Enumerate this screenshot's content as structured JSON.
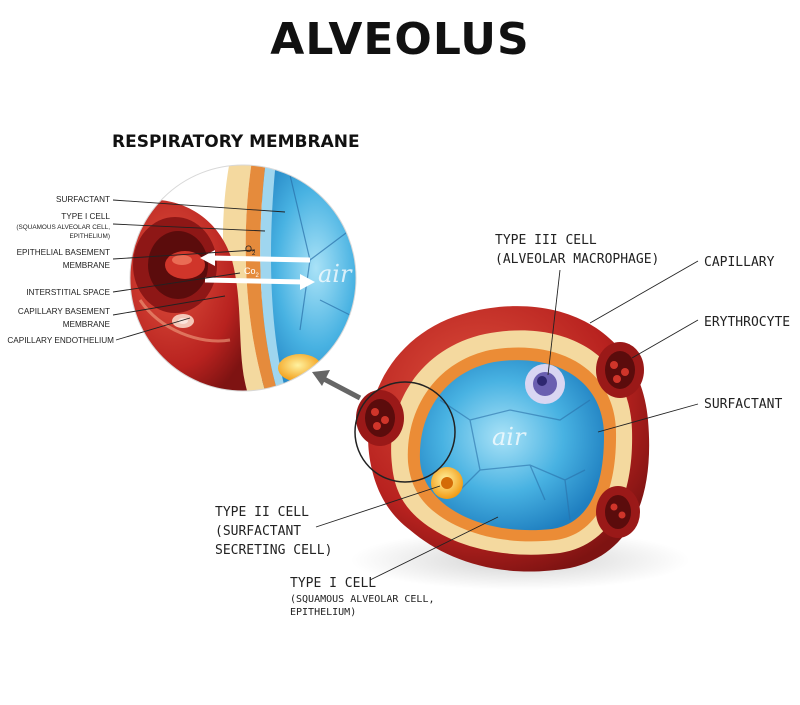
{
  "title": "ALVEOLUS",
  "subtitle": "RESPIRATORY MEMBRANE",
  "inset_labels": {
    "surfactant": "SURFACTANT",
    "type1_cell": "TYPE I CELL",
    "type1_detail_a": "(SQUAMOUS ALVEOLAR CELL,",
    "type1_detail_b": "EPITHELIUM)",
    "epithelial_bm_a": "EPITHELIAL BASEMENT",
    "epithelial_bm_b": "MEMBRANE",
    "interstitial": "INTERSTITIAL SPACE",
    "capillary_bm_a": "CAPILLARY BASEMENT",
    "capillary_bm_b": "MEMBRANE",
    "capillary_endothelium": "CAPILLARY ENDOTHELIUM"
  },
  "gas_labels": {
    "o2": "O",
    "o2_sub": "2",
    "co2": "Co",
    "co2_sub": "2"
  },
  "air_label_inset": "air",
  "air_label_main": "air",
  "main_labels": {
    "type3_a": "TYPE III CELL",
    "type3_b": "(ALVEOLAR MACROPHAGE)",
    "capillary": "CAPILLARY",
    "erythrocyte": "ERYTHROCYTE",
    "surfactant": "SURFACTANT",
    "type2_a": "TYPE II CELL",
    "type2_b": "(SURFACTANT",
    "type2_c": "SECRETING CELL)",
    "type1_a": "TYPE I CELL",
    "type1_b": "(SQUAMOUS ALVEOLAR CELL,",
    "type1_c": "EPITHELIUM)"
  },
  "colors": {
    "blood_red": "#c0282a",
    "dark_red": "#7a1414",
    "tissue_yellow": "#f2d79a",
    "air_blue": "#3aa6dc",
    "light_blue": "#8fd3f2",
    "surfactant_orange": "#f6a21b",
    "macrophage": "#6a5fb0"
  }
}
